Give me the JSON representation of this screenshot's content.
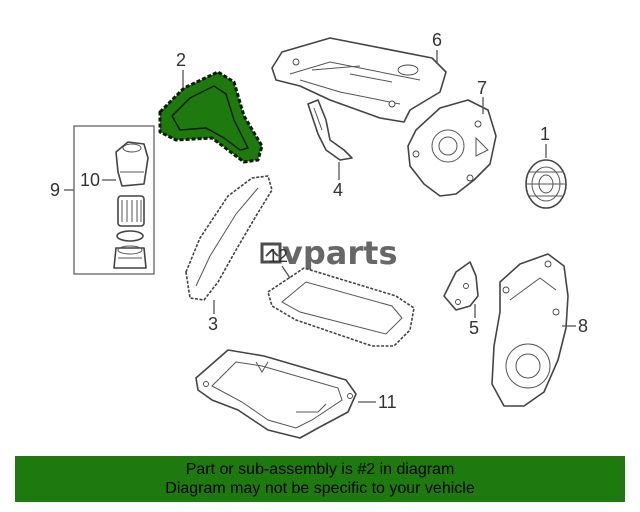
{
  "diagram": {
    "callouts": {
      "c1": "1",
      "c2": "2",
      "c3": "3",
      "c4": "4",
      "c5": "5",
      "c6": "6",
      "c7": "7",
      "c8": "8",
      "c9": "9",
      "c10": "10",
      "c11": "11",
      "c12": "12"
    },
    "highlight_color": "#1e7a0f",
    "watermark": "vparts"
  },
  "banner": {
    "line1": "Part or sub-assembly is #2 in diagram",
    "line2": "Diagram may not be specific to your vehicle",
    "background": "#1e7a0f"
  }
}
